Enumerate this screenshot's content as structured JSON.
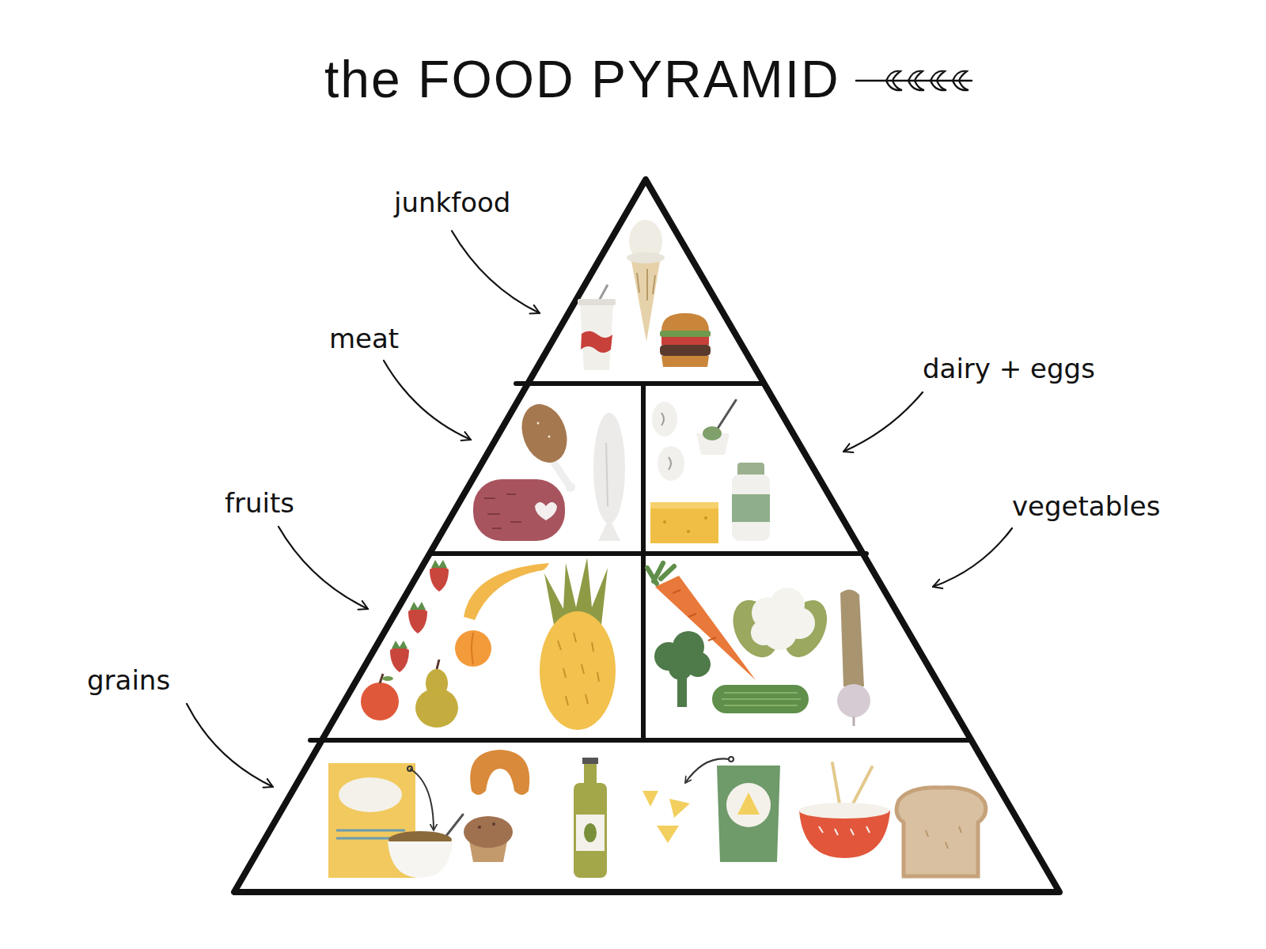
{
  "diagram": {
    "title": "the FOOD PYRAMID",
    "labels": [
      "junkfood",
      "meat",
      "dairy + eggs",
      "fruits",
      "vegetables",
      "grains"
    ]
  }
}
